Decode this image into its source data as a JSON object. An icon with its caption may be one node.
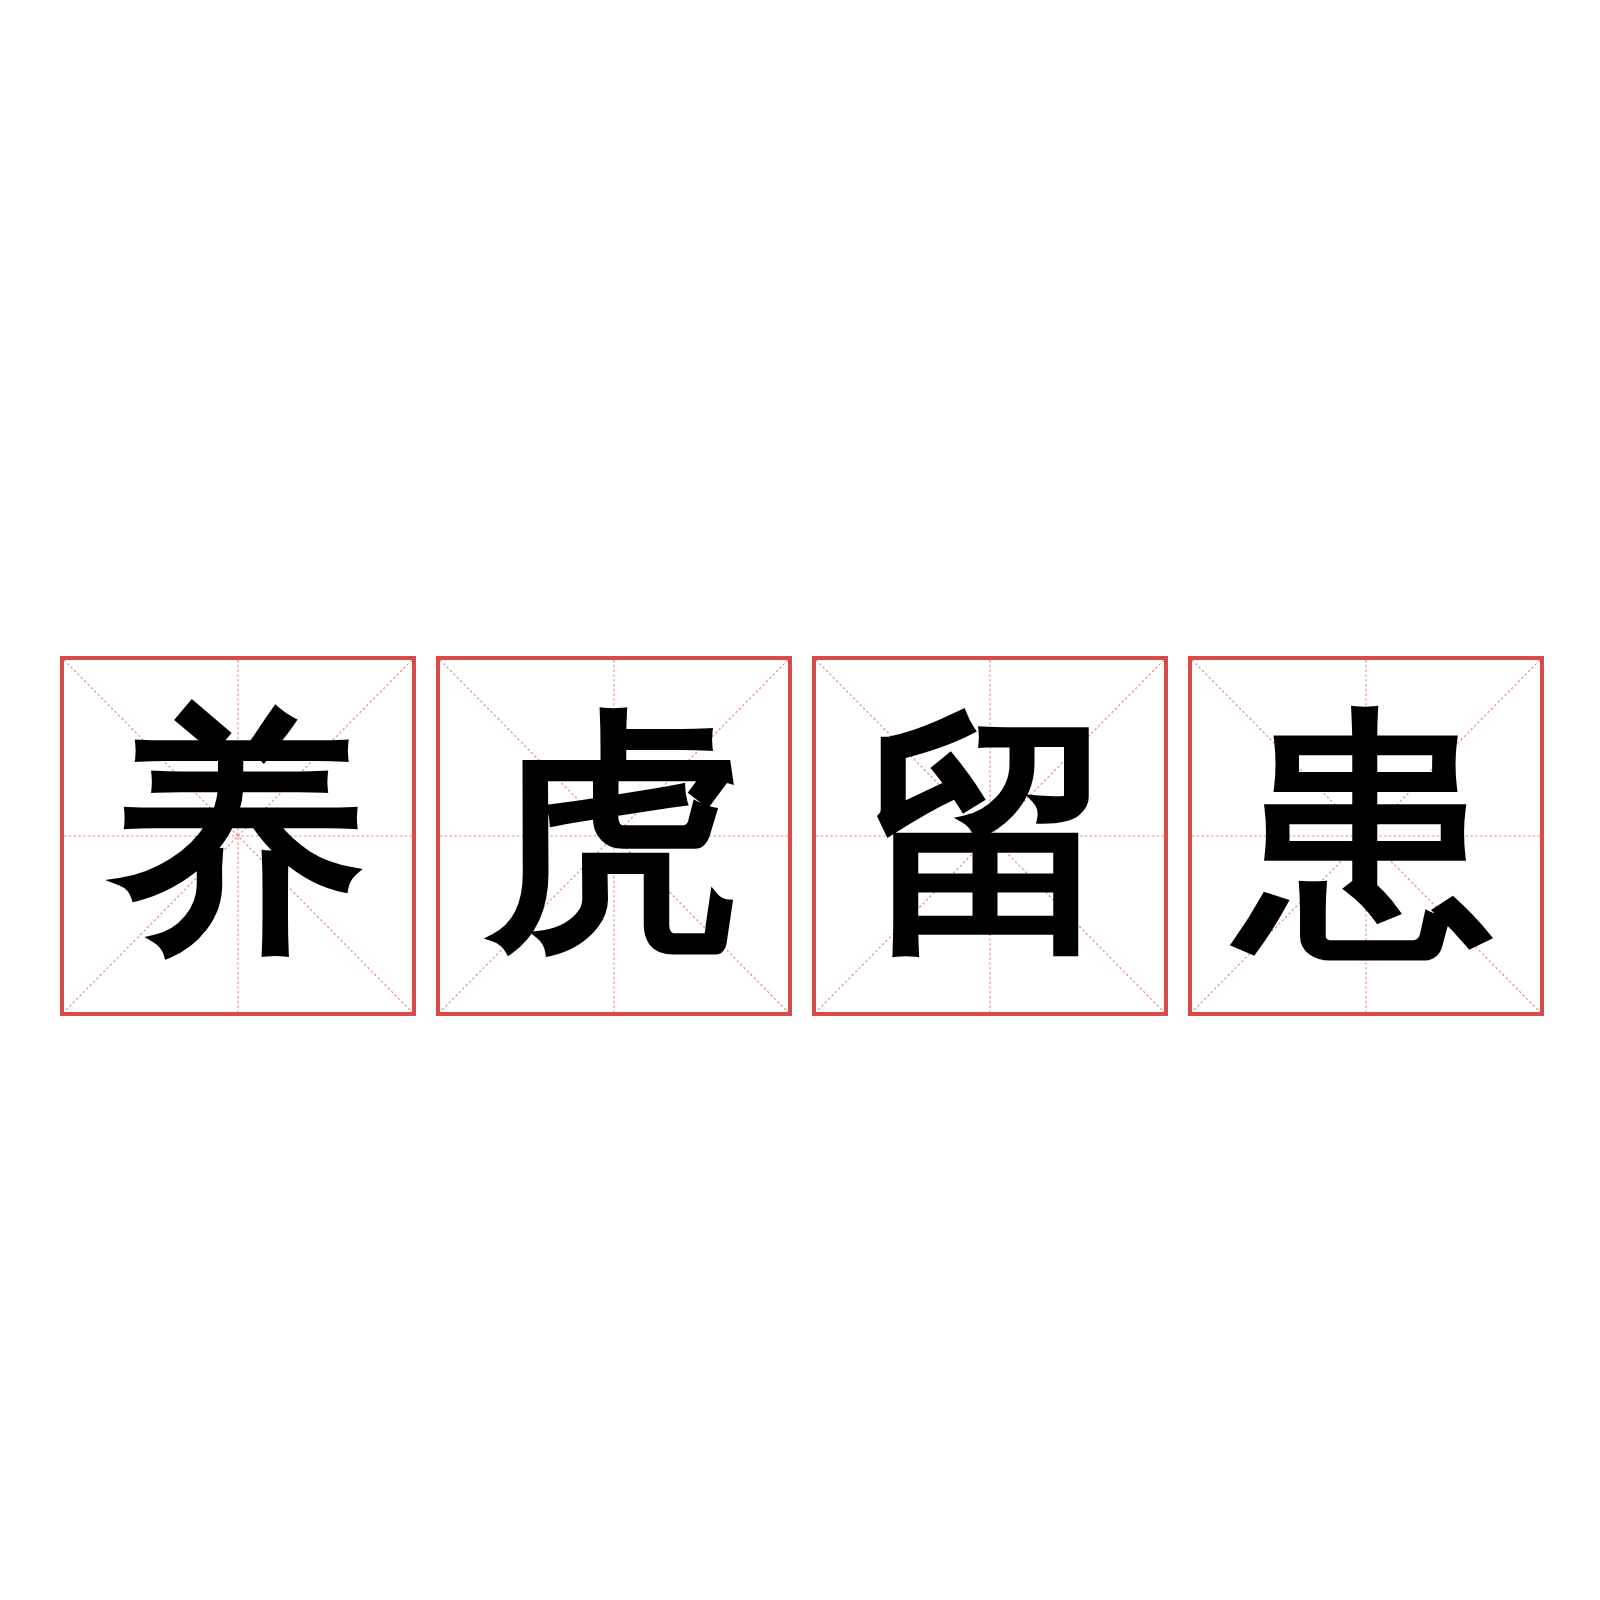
{
  "diagram": {
    "nodes": [
      {
        "text": [
          "养"
        ]
      },
      {
        "text": [
          "虎"
        ]
      },
      {
        "text": [
          "留"
        ]
      },
      {
        "text": [
          "患"
        ]
      }
    ]
  }
}
